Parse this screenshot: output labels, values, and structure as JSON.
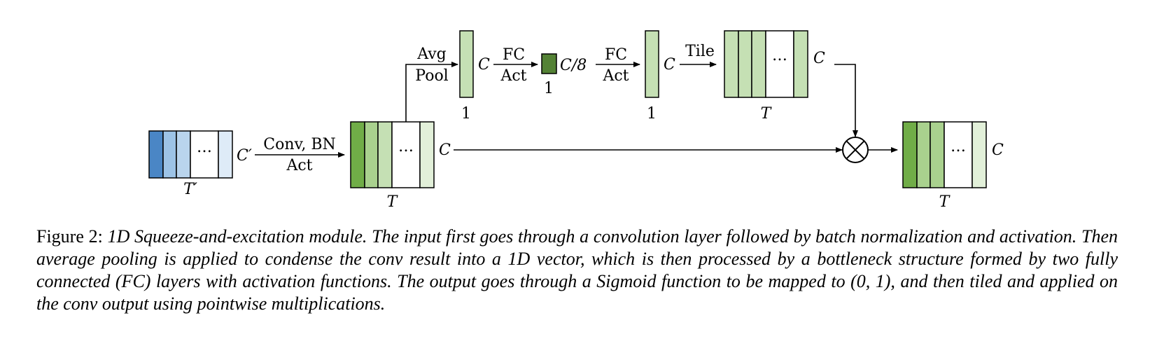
{
  "diagram": {
    "input": {
      "dim_c": "C′",
      "dim_t": "T′",
      "ellipsis": "…"
    },
    "conv_arrow": {
      "line1": "Conv, BN",
      "line2": "Act"
    },
    "conv_out": {
      "dim_c": "C",
      "dim_t": "T",
      "ellipsis": "…"
    },
    "pool_arrow": {
      "line1": "Avg",
      "line2": "Pool"
    },
    "pooled": {
      "dim_c": "C",
      "dim_w": "1"
    },
    "fc1_arrow": {
      "line1": "FC",
      "line2": "Act"
    },
    "bottleneck": {
      "dim_c": "C/8",
      "dim_w": "1"
    },
    "fc2_arrow": {
      "line1": "FC",
      "line2": "Act"
    },
    "excited": {
      "dim_c": "C",
      "dim_w": "1"
    },
    "tile_arrow": {
      "label": "Tile"
    },
    "tiled": {
      "dim_c": "C",
      "dim_t": "T",
      "ellipsis": "…"
    },
    "output": {
      "dim_c": "C",
      "dim_t": "T",
      "ellipsis": "…"
    },
    "colors": {
      "blue_dark": "#4a86c5",
      "blue_mid": "#9dc3e6",
      "blue_light": "#b9d4ed",
      "blue_lightest": "#deebf7",
      "green_dark": "#70ad47",
      "green_mid": "#a9d18e",
      "green_light": "#c5e0b4",
      "green_lightest": "#e2f0d9",
      "green_bottleneck": "#548235"
    }
  },
  "caption": {
    "label": "Figure 2:",
    "text": "1D Squeeze-and-excitation module. The input first goes through a convolution layer followed by batch normalization and activation. Then average pooling is applied to condense the conv result into a 1D vector, which is then processed by a bottleneck structure formed by two fully connected (FC) layers with activation functions. The output goes through a Sigmoid function to be mapped to (0, 1), and then tiled and applied on the conv output using pointwise multiplications."
  }
}
